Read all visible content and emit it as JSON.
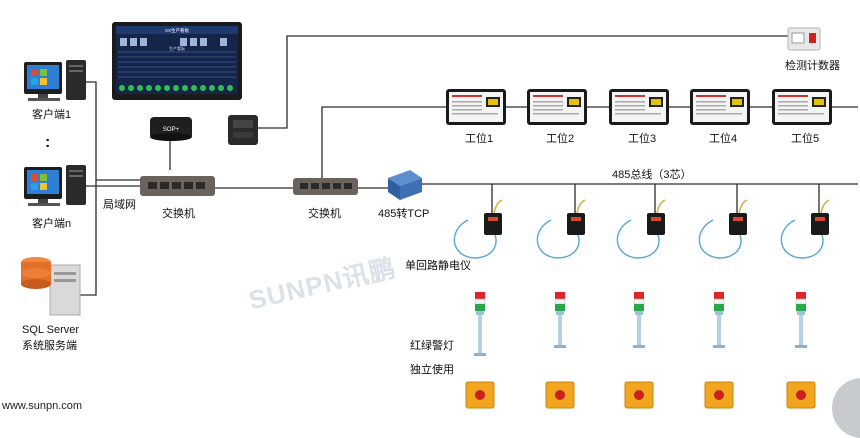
{
  "labels": {
    "client1": "客户端1",
    "dots": ":",
    "clientn": "客户端n",
    "sql1": "SQL  Server",
    "sql2": "系统服务端",
    "lan": "局域网",
    "switch1": "交换机",
    "switch2": "交换机",
    "conv": "485转TCP",
    "bus": "485总线（3芯）",
    "meter": "单回路静电仪",
    "tower1": "红绿警灯",
    "tower2": "独立使用",
    "counter": "检测计数器",
    "stations": [
      "工位1",
      "工位2",
      "工位3",
      "工位4",
      "工位5"
    ],
    "sop": "SOP+",
    "website": "www.sunpn.com",
    "watermark": "SUNPN讯鹏",
    "screen_title": "XX生产看板",
    "screen_sub": "生产看板"
  },
  "colors": {
    "line": "#2d2d2d",
    "monitor": "#15254a",
    "switch": "#6b625c",
    "converter": "#3f70b4",
    "button_box": "#f2a51f",
    "tower_red": "#e0242b",
    "tower_green": "#29a84a"
  }
}
